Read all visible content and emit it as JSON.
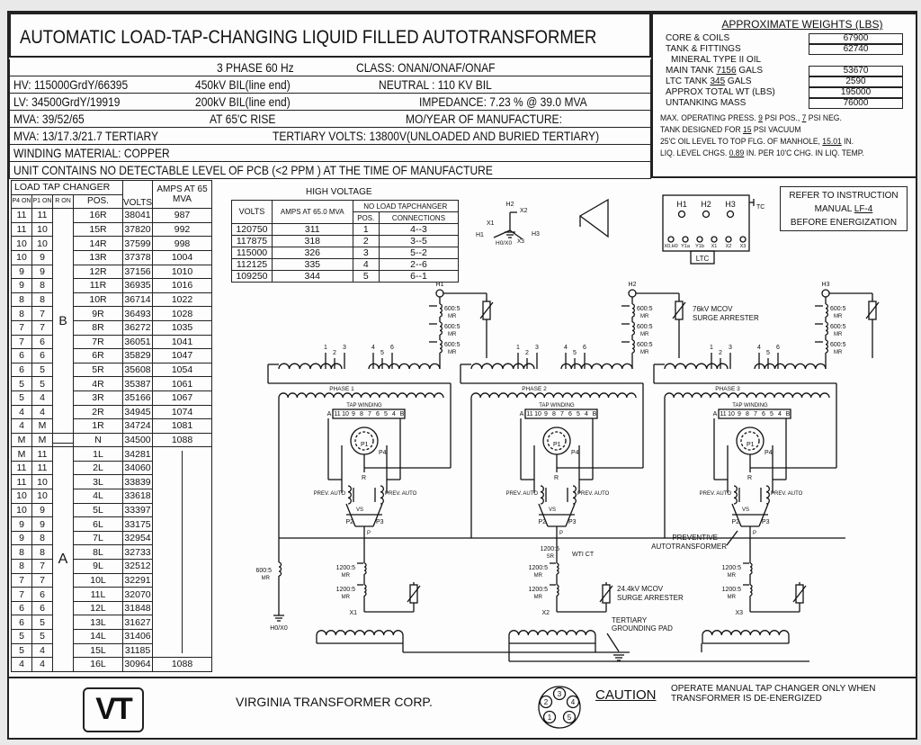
{
  "title": "AUTOMATIC LOAD-TAP-CHANGING LIQUID FILLED AUTOTRANSFORMER",
  "specs": {
    "phase": "3 PHASE   60 Hz",
    "class": "CLASS: ONAN/ONAF/ONAF",
    "hv": "HV: 115000GrdY/66395",
    "hv_bil": "450kV BIL(line end)",
    "neutral": "NEUTRAL : 110 KV BIL",
    "lv": "LV: 34500GrdY/19919",
    "lv_bil": "200kV BIL(line end)",
    "impedance": "IMPEDANCE: 7.23 % @ 39.0 MVA",
    "mva": "MVA: 39/52/65",
    "rise": "AT  65'C RISE",
    "mfg": "MO/YEAR OF MANUFACTURE:",
    "tert_mva": "MVA: 13/17.3/21.7 TERTIARY",
    "tert_volts": "TERTIARY VOLTS: 13800V(UNLOADED AND BURIED TERTIARY)",
    "winding": "WINDING MATERIAL:  COPPER",
    "pcb": "UNIT CONTAINS NO DETECTABLE LEVEL OF PCB (<2 PPM ) AT THE TIME OF MANUFACTURE"
  },
  "weights": {
    "heading": "APPROXIMATE WEIGHTS (LBS)",
    "core_label": "CORE & COILS",
    "core": "67900",
    "tank_label": "TANK & FITTINGS",
    "tank": "62740",
    "oil_label": "MINERAL TYPE II OIL",
    "main_label_a": "MAIN TANK ",
    "main_gals": "7156",
    "main_label_b": " GALS",
    "main": "53670",
    "ltc_label_a": "LTC TANK ",
    "ltc_gals": "345",
    "ltc_label_b": " GALS",
    "ltc": "2590",
    "total_label": "APPROX TOTAL WT (LBS)",
    "total": "195000",
    "untank_label": "UNTANKING MASS",
    "untank": "76000",
    "press_a": "MAX. OPERATING PRESS. ",
    "press_pos": "9",
    "press_b": " PSI POS., ",
    "press_neg": "7",
    "press_c": " PSI NEG.",
    "vac_a": "TANK DESIGNED FOR ",
    "vac": "15",
    "vac_b": " PSI VACUUM",
    "level_a": "25'C OIL LEVEL TO TOP FLG. OF MANHOLE, ",
    "level": "15.01",
    "level_b": " IN.",
    "chg_a": "LIQ. LEVEL CHGS. ",
    "chg": "0.89",
    "chg_b": " IN. PER 10'C CHG. IN LIQ. TEMP."
  },
  "ltc": {
    "title": "LOAD TAP CHANGER",
    "h_p4": "P4 ON",
    "h_p1": "P1 ON",
    "h_r": "R ON",
    "h_pos": "POS.",
    "h_volts": "VOLTS",
    "h_amps": "AMPS AT 65 MVA",
    "group_b": "B",
    "group_a": "A",
    "rows": [
      [
        "11",
        "11",
        "16R",
        "38041",
        "987"
      ],
      [
        "11",
        "10",
        "15R",
        "37820",
        "992"
      ],
      [
        "10",
        "10",
        "14R",
        "37599",
        "998"
      ],
      [
        "10",
        "9",
        "13R",
        "37378",
        "1004"
      ],
      [
        "9",
        "9",
        "12R",
        "37156",
        "1010"
      ],
      [
        "9",
        "8",
        "11R",
        "36935",
        "1016"
      ],
      [
        "8",
        "8",
        "10R",
        "36714",
        "1022"
      ],
      [
        "8",
        "7",
        "9R",
        "36493",
        "1028"
      ],
      [
        "7",
        "7",
        "8R",
        "36272",
        "1035"
      ],
      [
        "7",
        "6",
        "7R",
        "36051",
        "1041"
      ],
      [
        "6",
        "6",
        "6R",
        "35829",
        "1047"
      ],
      [
        "6",
        "5",
        "5R",
        "35608",
        "1054"
      ],
      [
        "5",
        "5",
        "4R",
        "35387",
        "1061"
      ],
      [
        "5",
        "4",
        "3R",
        "35166",
        "1067"
      ],
      [
        "4",
        "4",
        "2R",
        "34945",
        "1074"
      ],
      [
        "4",
        "M",
        "1R",
        "34724",
        "1081"
      ],
      [
        "M",
        "M",
        "N",
        "34500",
        "1088"
      ],
      [
        "M",
        "11",
        "1L",
        "34281",
        ""
      ],
      [
        "11",
        "11",
        "2L",
        "34060",
        ""
      ],
      [
        "11",
        "10",
        "3L",
        "33839",
        ""
      ],
      [
        "10",
        "10",
        "4L",
        "33618",
        ""
      ],
      [
        "10",
        "9",
        "5L",
        "33397",
        ""
      ],
      [
        "9",
        "9",
        "6L",
        "33175",
        ""
      ],
      [
        "9",
        "8",
        "7L",
        "32954",
        ""
      ],
      [
        "8",
        "8",
        "8L",
        "32733",
        ""
      ],
      [
        "8",
        "7",
        "9L",
        "32512",
        ""
      ],
      [
        "7",
        "7",
        "10L",
        "32291",
        ""
      ],
      [
        "7",
        "6",
        "11L",
        "32070",
        ""
      ],
      [
        "6",
        "6",
        "12L",
        "31848",
        ""
      ],
      [
        "6",
        "5",
        "13L",
        "31627",
        ""
      ],
      [
        "5",
        "5",
        "14L",
        "31406",
        ""
      ],
      [
        "5",
        "4",
        "15L",
        "31185",
        ""
      ],
      [
        "4",
        "4",
        "16L",
        "30964",
        "1088"
      ]
    ]
  },
  "hv_table": {
    "title": "HIGH VOLTAGE",
    "h_volts": "VOLTS",
    "h_amps": "AMPS AT 65.0 MVA",
    "h_nltc": "NO LOAD TAPCHANGER",
    "h_pos": "POS.",
    "h_conn": "CONNECTIONS",
    "rows": [
      [
        "120750",
        "311",
        "1",
        "4--3"
      ],
      [
        "117875",
        "318",
        "2",
        "3--5"
      ],
      [
        "115000",
        "326",
        "3",
        "5--2"
      ],
      [
        "112125",
        "335",
        "4",
        "2--6"
      ],
      [
        "109250",
        "344",
        "5",
        "6--1"
      ]
    ]
  },
  "vector": {
    "h2": "H2",
    "x2": "X2",
    "x1": "X1",
    "h1": "H1",
    "h0x0": "H0/X0",
    "x3": "X3",
    "h3": "H3"
  },
  "terminal": {
    "h1": "H1",
    "h2": "H2",
    "h3": "H3",
    "tc": "TC",
    "bottom": [
      "X0,H0",
      "Y1a",
      "Y1b",
      "X1",
      "X2",
      "X3"
    ],
    "ltc": "LTC"
  },
  "refer": {
    "line1": "REFER TO INSTRUCTION",
    "line2a": "MANUAL ",
    "manual": "LF-4",
    "line3": "BEFORE ENERGIZATION"
  },
  "schematic": {
    "phases": [
      {
        "bushing": "H1",
        "label": "PHASE 1",
        "x": "X1"
      },
      {
        "bushing": "H2",
        "label": "PHASE 2",
        "x": "X2"
      },
      {
        "bushing": "H3",
        "label": "PHASE 3",
        "x": "X3"
      }
    ],
    "ct_hv": "600:5",
    "ct_mr": "MR",
    "taps_hv": [
      "1",
      "2",
      "3",
      "4",
      "5",
      "6"
    ],
    "tap_winding": "TAP WINDING",
    "tap_nums": [
      "A",
      "11",
      "10",
      "9",
      "8",
      "7",
      "6",
      "5",
      "4",
      "B"
    ],
    "p1": "P1",
    "p4": "P4",
    "p2": "P2",
    "p3": "P3",
    "p": "P",
    "r": "R",
    "a": "A",
    "b": "B",
    "vs": "VS",
    "prev_auto": "PREV. AUTO",
    "arrester_hv": "76kV MCOV",
    "arrester_hv2": "SURGE ARRESTER",
    "preventive": "PREVENTIVE",
    "autotransformer": "AUTOTRANSFORMER",
    "ct_lv": "1200:5",
    "ct_sr": "SR",
    "wti": "WTI CT",
    "neutral_ct": "600:5",
    "neutral": "H0/X0",
    "arrester_lv": "24.4kV MCOV",
    "arrester_lv2": "SURGE ARRESTER",
    "tert_pad": "TERTIARY",
    "tert_pad2": "GROUNDING PAD"
  },
  "footer": {
    "logo": "VT",
    "company": "VIRGINIA TRANSFORMER CORP.",
    "caution": "CAUTION",
    "caution_1": "OPERATE MANUAL TAP CHANGER ONLY WHEN",
    "caution_2": "TRANSFORMER IS DE-ENERGIZED",
    "positions": [
      "3",
      "2",
      "4",
      "1",
      "5"
    ]
  }
}
